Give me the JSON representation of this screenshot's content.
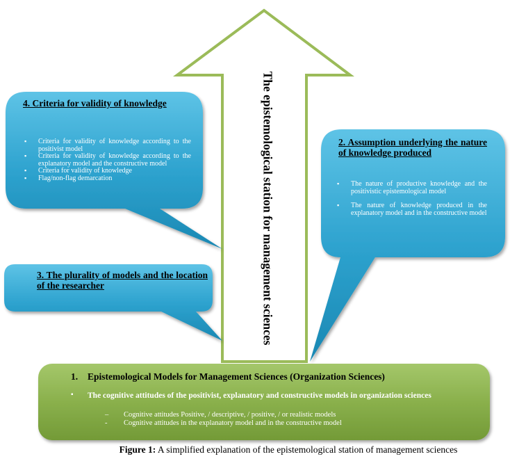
{
  "colors": {
    "arrow_stroke": "#9bbb59",
    "blue_bubble": "#31a0c8",
    "green_box": "#8bb04c"
  },
  "arrow": {
    "label": "The epistemological station for management sciences"
  },
  "box4": {
    "title": "4. Criteria for validity of knowledge",
    "items": [
      "Criteria for validity of knowledge according to the positivist model",
      "Criteria for validity of knowledge according to the explanatory model and the constructive model",
      "Criteria for validity of knowledge",
      "Flag/non-flag demarcation"
    ]
  },
  "box2": {
    "title": "2. Assumption underlying the nature of knowledge produced",
    "items": [
      "The nature of productive knowledge and the positivistic epistemological model",
      "The nature of knowledge produced in the explanatory model and in the constructive model"
    ]
  },
  "box3": {
    "title": "3. The plurality of models and the location of the researcher"
  },
  "box1": {
    "number": "1.",
    "title": "Epistemological Models for Management Sciences (Organization Sciences)",
    "bullet": "The cognitive attitudes of the positivist, explanatory and constructive models in organization sciences",
    "subitems": [
      {
        "mark": "–",
        "text": "Cognitive attitudes Positive, / descriptive, / positive, / or realistic models"
      },
      {
        "mark": "-",
        "text": "Cognitive attitudes in the explanatory model and in the constructive model"
      }
    ]
  },
  "caption": {
    "label": "Figure 1:",
    "text": "A simplified explanation of the epistemological station of management sciences"
  }
}
